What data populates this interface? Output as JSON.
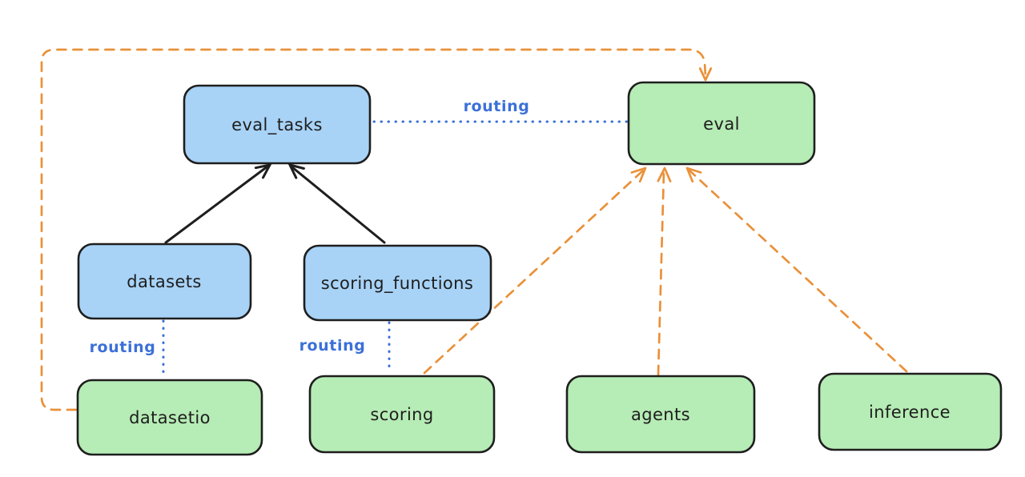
{
  "colors": {
    "background": "#ffffff",
    "registry_fill": "#a8d3f7",
    "provider_fill": "#b6ecb5",
    "node_border": "#1e1e1e",
    "arrow_black": "#1e1e1e",
    "arrow_orange": "#e9913a",
    "routing_blue": "#3b70d8"
  },
  "nodes": {
    "eval_tasks": {
      "label": "eval_tasks",
      "kind": "registry"
    },
    "eval": {
      "label": "eval",
      "kind": "provider"
    },
    "datasets": {
      "label": "datasets",
      "kind": "registry"
    },
    "scoring_functions": {
      "label": "scoring_functions",
      "kind": "registry"
    },
    "datasetio": {
      "label": "datasetio",
      "kind": "provider"
    },
    "scoring": {
      "label": "scoring",
      "kind": "provider"
    },
    "agents": {
      "label": "agents",
      "kind": "provider"
    },
    "inference": {
      "label": "inference",
      "kind": "provider"
    }
  },
  "edge_labels": {
    "routing_top": "routing",
    "routing_datasets": "routing",
    "routing_scoring_functions": "routing"
  }
}
